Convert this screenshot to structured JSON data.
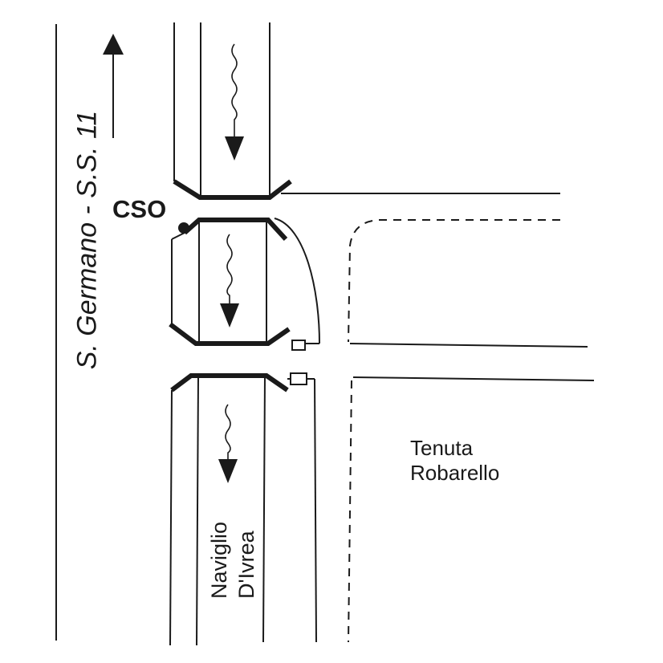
{
  "road_label": "S. Germano - S.S. 11",
  "cso_label": "CSO",
  "estate_label": [
    "Tenuta",
    "Robarello"
  ],
  "canal_label": [
    "Naviglio",
    "D'Ivrea"
  ],
  "icons": {
    "road_direction": "arrow-up-icon",
    "flow_direction": "wavy-arrow-down-icon",
    "gate": "square-gate-icon"
  },
  "colors": {
    "line": "#1a1a1a",
    "background": "#ffffff"
  }
}
